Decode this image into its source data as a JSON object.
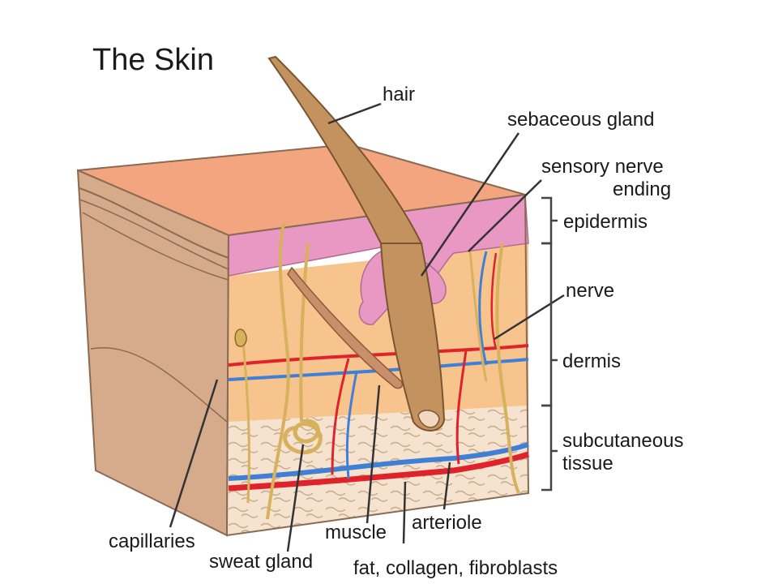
{
  "title": "The Skin",
  "labels": {
    "hair": "hair",
    "sebaceous_gland": "sebaceous gland",
    "sensory_nerve_line1": "sensory nerve",
    "sensory_nerve_line2": "ending",
    "epidermis": "epidermis",
    "nerve": "nerve",
    "dermis": "dermis",
    "subcutaneous_line1": "subcutaneous",
    "subcutaneous_line2": "tissue",
    "capillaries": "capillaries",
    "sweat_gland": "sweat gland",
    "muscle": "muscle",
    "arteriole": "arteriole",
    "fat_collagen": "fat, collagen, fibroblasts"
  },
  "colors": {
    "skin_surface": "#f3a57f",
    "epidermis": "#e998c4",
    "dermis": "#f7c48d",
    "subcutaneous": "#f5e3cf",
    "side_face": "#d6ab8b",
    "hair": "#c3925e",
    "artery": "#e0232b",
    "vein": "#3f7fd6",
    "nerve": "#d7b15e"
  }
}
